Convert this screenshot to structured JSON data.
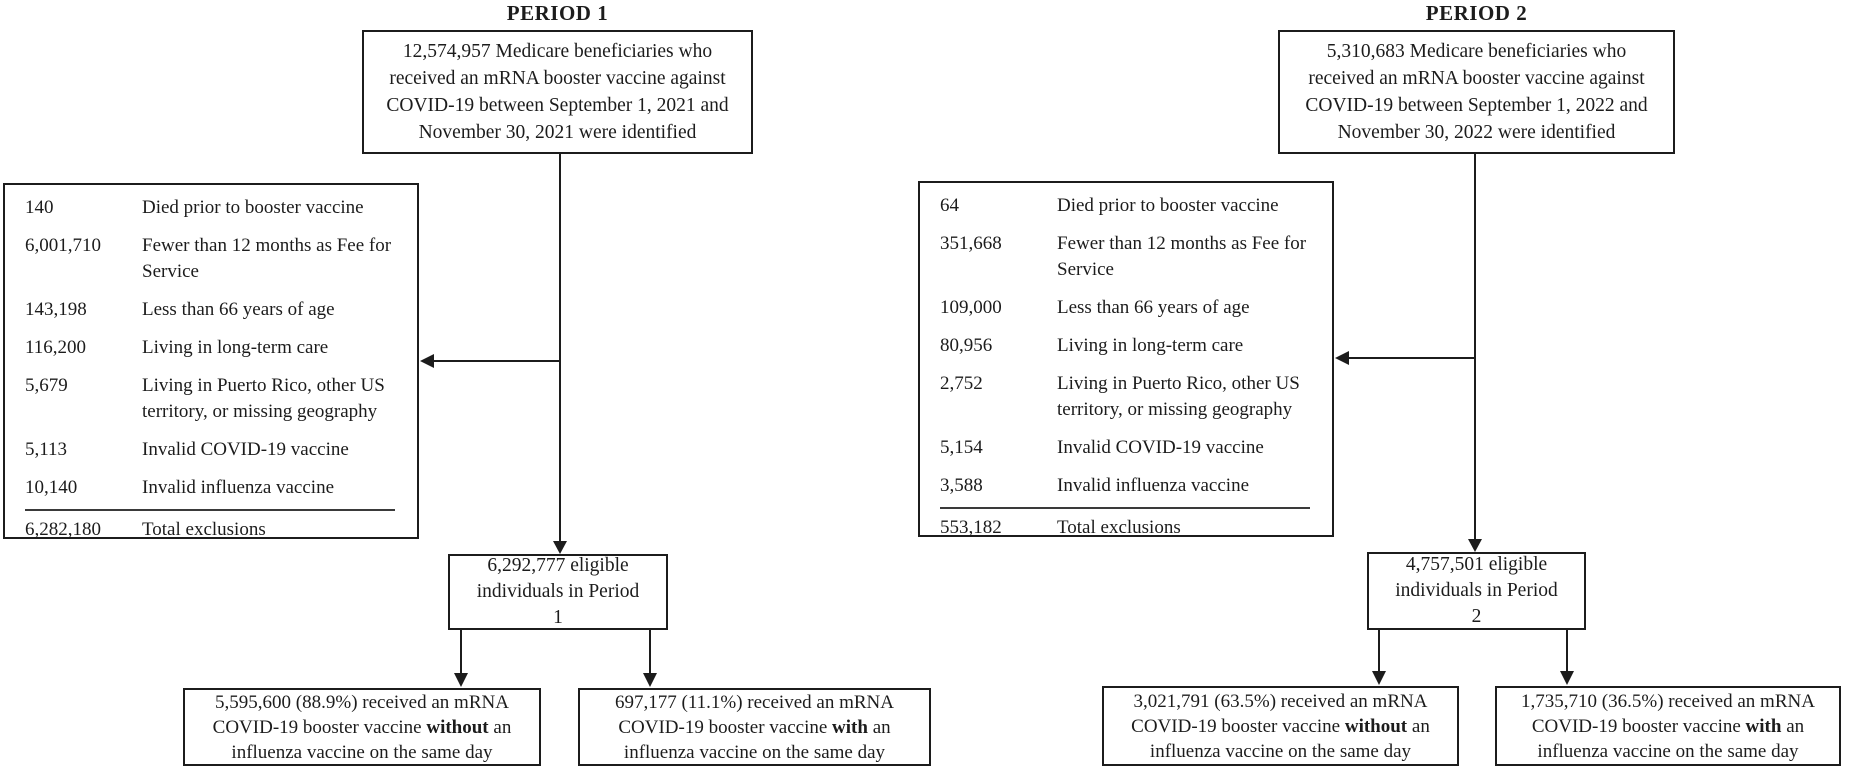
{
  "diagram": {
    "accent_color": "#1c1c1c",
    "background_color": "#ffffff"
  },
  "periods": [
    {
      "title": "PERIOD 1",
      "top_box": "12,574,957 Medicare beneficiaries who received an mRNA booster vaccine against COVID-19 between September 1, 2021 and November 30, 2021 were identified",
      "exclusions": [
        {
          "count": "140",
          "label": "Died prior to booster vaccine"
        },
        {
          "count": "6,001,710",
          "label": "Fewer than 12 months as Fee for Service"
        },
        {
          "count": "143,198",
          "label": "Less than 66 years of age"
        },
        {
          "count": "116,200",
          "label": "Living in long-term care"
        },
        {
          "count": "5,679",
          "label": "Living in Puerto Rico, other US territory, or missing geography"
        },
        {
          "count": "5,113",
          "label": "Invalid COVID-19 vaccine"
        },
        {
          "count": "10,140",
          "label": "Invalid influenza vaccine"
        }
      ],
      "total": {
        "count": "6,282,180",
        "label": "Total exclusions"
      },
      "eligible": "6,292,777 eligible individuals in Period 1",
      "outcome_without": {
        "prefix": "5,595,600 (88.9%) received an mRNA COVID-19 booster vaccine ",
        "bold": "without",
        "suffix": " an influenza vaccine on the same day"
      },
      "outcome_with": {
        "prefix": "697,177 (11.1%) received an mRNA COVID-19 booster vaccine ",
        "bold": "with",
        "suffix": " an influenza vaccine on the same day"
      }
    },
    {
      "title": "PERIOD 2",
      "top_box": "5,310,683 Medicare beneficiaries who received an mRNA booster vaccine against COVID-19 between September 1, 2022 and November 30, 2022 were identified",
      "exclusions": [
        {
          "count": "64",
          "label": "Died prior to booster vaccine"
        },
        {
          "count": "351,668",
          "label": "Fewer than 12 months as Fee for Service"
        },
        {
          "count": "109,000",
          "label": "Less than 66 years of age"
        },
        {
          "count": "80,956",
          "label": "Living in long-term care"
        },
        {
          "count": "2,752",
          "label": "Living in Puerto Rico, other US territory, or missing geography"
        },
        {
          "count": "5,154",
          "label": "Invalid COVID-19 vaccine"
        },
        {
          "count": "3,588",
          "label": "Invalid influenza vaccine"
        }
      ],
      "total": {
        "count": "553,182",
        "label": "Total exclusions"
      },
      "eligible": "4,757,501 eligible individuals in Period 2",
      "outcome_without": {
        "prefix": "3,021,791 (63.5%) received an mRNA COVID-19 booster vaccine ",
        "bold": "without",
        "suffix": " an influenza vaccine on the same day"
      },
      "outcome_with": {
        "prefix": "1,735,710 (36.5%) received an mRNA COVID-19 booster vaccine ",
        "bold": "with",
        "suffix": " an influenza vaccine on the same day"
      }
    }
  ]
}
